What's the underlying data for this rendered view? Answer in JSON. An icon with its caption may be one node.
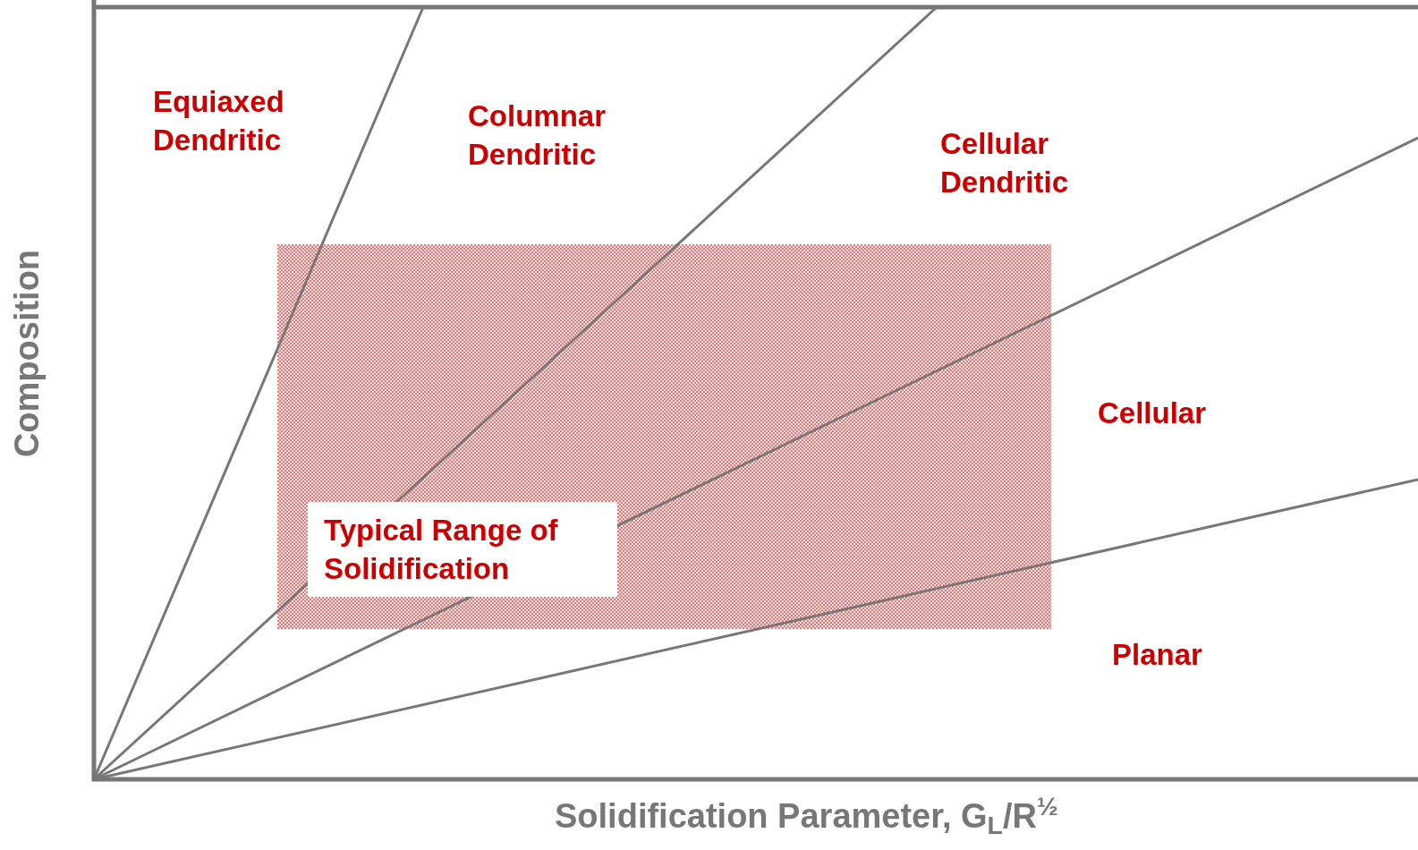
{
  "diagram": {
    "nodes": [
      {
        "text": [
          "Typical Range of Solidification"
        ]
      }
    ],
    "edges": [],
    "labels": [
      "Equiaxed Dendritic",
      "Columnar Dendritic",
      "Cellular Dendritic",
      "Cellular",
      "Planar",
      "Composition",
      "Solidification Parameter, G$_{L}$/R$^{½}$"
    ]
  }
}
